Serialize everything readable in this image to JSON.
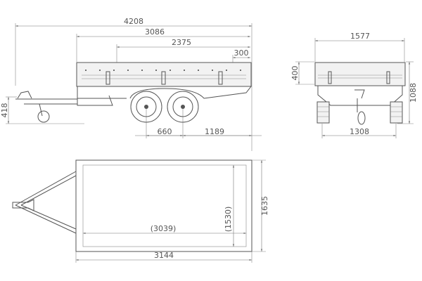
{
  "side_view": {
    "overall_length": "4208",
    "box_length_outer": "3086",
    "dim_2375": "2375",
    "dim_300": "300",
    "coupling_height": "418",
    "axle_spacing": "660",
    "rear_overhang": "1189"
  },
  "rear_view": {
    "overall_width": "1577",
    "side_height": "400",
    "overall_height": "1088",
    "track_width": "1308"
  },
  "top_view": {
    "box_width_outer": "1635",
    "box_width_inner": "(1530)",
    "box_length_inner": "(3039)",
    "box_length": "3144"
  },
  "colors": {
    "line": "#555555",
    "dimension": "#777777",
    "background": "#ffffff"
  }
}
